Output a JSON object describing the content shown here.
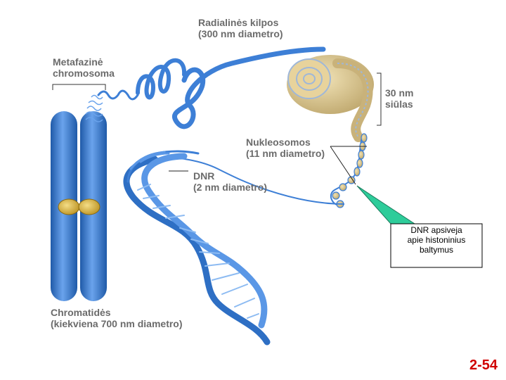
{
  "labels": {
    "radial_loops": {
      "line1": "Radialinės kilpos",
      "line2": "(300 nm diametro)"
    },
    "metaphase_chromosome": {
      "line1": "Metafazinė",
      "line2": "chromosoma"
    },
    "fiber_30nm": {
      "line1": "30 nm",
      "line2": "siūlas"
    },
    "nucleosomes": {
      "line1": "Nukleosomos",
      "line2": "(11 nm diametro)"
    },
    "dna": {
      "line1": "DNR",
      "line2": "(2 nm diametro)"
    },
    "chromatids": {
      "line1": "Chromatidės",
      "line2": "(kiekviena 700 nm diametro)"
    }
  },
  "callout": {
    "line1": "DNR apsiveja",
    "line2": "apie histoninius",
    "line3": "baltymus"
  },
  "slide_number": "2-54",
  "colors": {
    "blue": "#3d7fd6",
    "blue_dark": "#1f5aa8",
    "tan": "#d8c48a",
    "gold": "#d9b340",
    "callout_fill": "#2ecc9a",
    "label_gray": "#6b6b6b",
    "slide_number": "#d00000"
  }
}
